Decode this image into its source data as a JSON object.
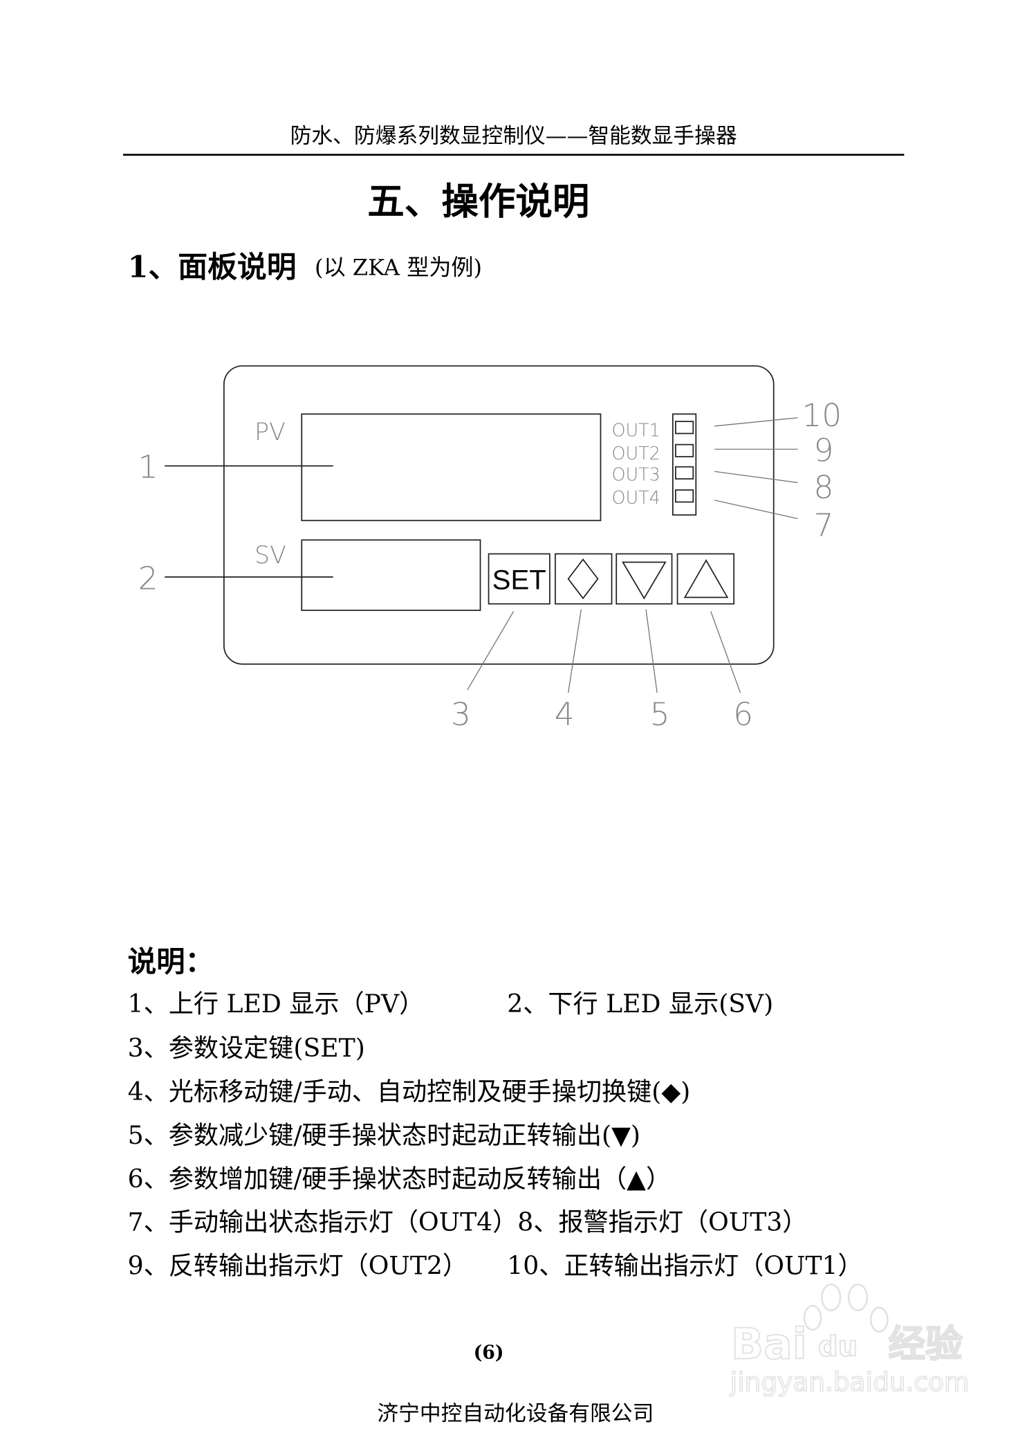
{
  "header": {
    "title": "防水、防爆系列数显控制仪——智能数显手操器"
  },
  "section_title": "五、操作说明",
  "subsection": {
    "title": "1、面板说明",
    "note": "(以 ZKA 型为例)"
  },
  "panel": {
    "pv_label": "PV",
    "sv_label": "SV",
    "outputs": [
      "OUT1",
      "OUT2",
      "OUT3",
      "OUT4"
    ],
    "buttons": {
      "set": "SET",
      "shift": "◇",
      "down": "▽",
      "up": "△"
    },
    "callouts": [
      "1",
      "2",
      "3",
      "4",
      "5",
      "6",
      "7",
      "8",
      "9",
      "10"
    ]
  },
  "notes": {
    "heading": "说明：",
    "items": [
      "1、上行 LED 显示（PV）",
      "2、下行 LED 显示(SV)",
      "3、参数设定键(SET)",
      "4、光标移动键/手动、自动控制及硬手操切换键(◆)",
      "5、参数减少键/硬手操状态时起动正转输出(▼)",
      "6、参数增加键/硬手操状态时起动反转输出（▲）",
      "7、手动输出状态指示灯（OUT4）8、报警指示灯（OUT3）",
      "9、反转输出指示灯（OUT2）",
      "10、正转输出指示灯（OUT1）"
    ]
  },
  "page_number": "(6)",
  "footer": "济宁中控自动化设备有限公司",
  "watermark": {
    "brand": "Bai du 经验",
    "url": "jingyan.baidu.com"
  }
}
